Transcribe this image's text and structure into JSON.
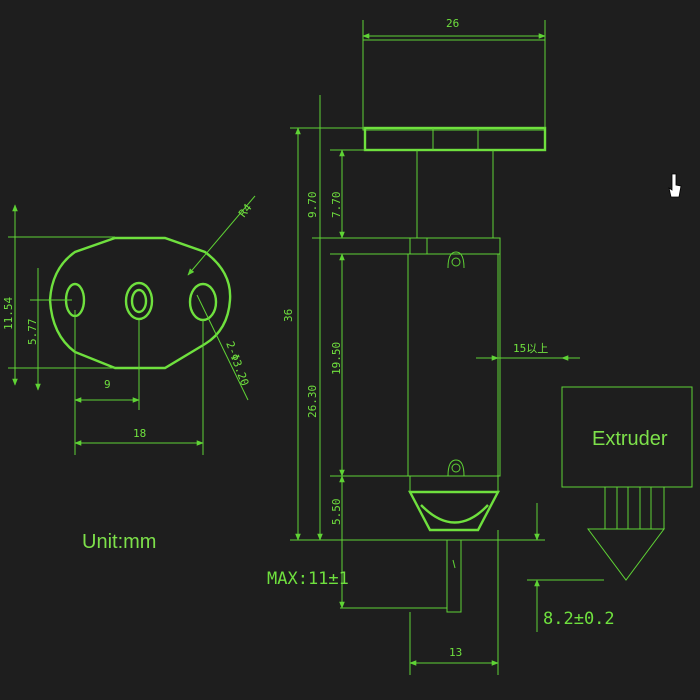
{
  "drawing": {
    "unit_label": "Unit:mm",
    "extruder_label": "Extruder",
    "max_label": "MAX:11±1",
    "tol_label": "8.2±0.2",
    "top_width": "26",
    "height_total": "36",
    "dim_970": "9.70",
    "dim_770": "7.70",
    "dim_2630": "26.30",
    "dim_1950": "19.50",
    "dim_550": "5.50",
    "bottom_width": "13",
    "note_15": "15以上",
    "plate_height": "11.54",
    "plate_half": "5.77",
    "hole_pitch": "9",
    "plate_span": "18",
    "radius": "R4",
    "hole_dia": "2-Φ3.20"
  }
}
